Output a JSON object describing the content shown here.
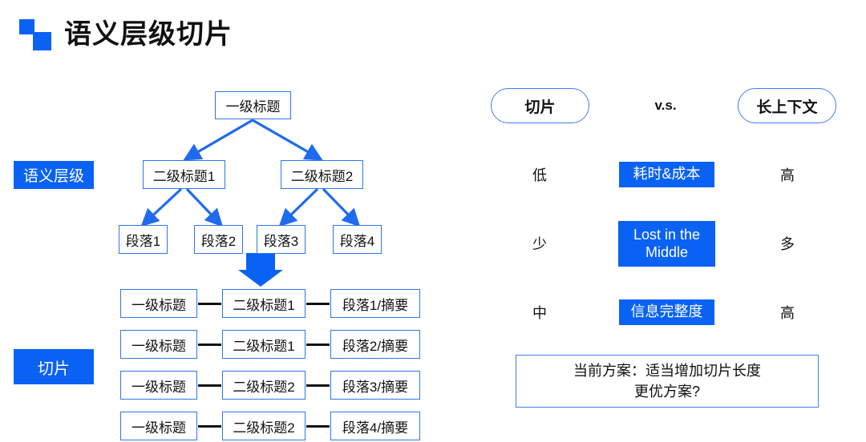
{
  "slide": {
    "title": "语义层级切片",
    "logo_color": "#0a62f5",
    "accent_color": "#0a62f5",
    "box_border_color": "#2f74f0"
  },
  "left_panel": {
    "labels": {
      "semantic_level": "语义层级",
      "slice": "切片"
    },
    "tree": {
      "root": "一级标题",
      "level2": [
        "二级标题1",
        "二级标题2"
      ],
      "level3": [
        "段落1",
        "段落2",
        "段落3",
        "段落4"
      ]
    },
    "slices": [
      {
        "c1": "一级标题",
        "c2": "二级标题1",
        "c3": "段落1/摘要"
      },
      {
        "c1": "一级标题",
        "c2": "二级标题1",
        "c3": "段落2/摘要"
      },
      {
        "c1": "一级标题",
        "c2": "二级标题2",
        "c3": "段落3/摘要"
      },
      {
        "c1": "一级标题",
        "c2": "二级标题2",
        "c3": "段落4/摘要"
      }
    ]
  },
  "right_panel": {
    "header": {
      "left": "切片",
      "middle": "v.s.",
      "right": "长上下文"
    },
    "rows": [
      {
        "left": "低",
        "metric": "耗时&成本",
        "right": "高"
      },
      {
        "left": "少",
        "metric": "Lost in the\nMiddle",
        "right": "多"
      },
      {
        "left": "中",
        "metric": "信息完整度",
        "right": "高"
      }
    ],
    "note": "当前方案：适当增加切片长度\n更优方案?"
  }
}
